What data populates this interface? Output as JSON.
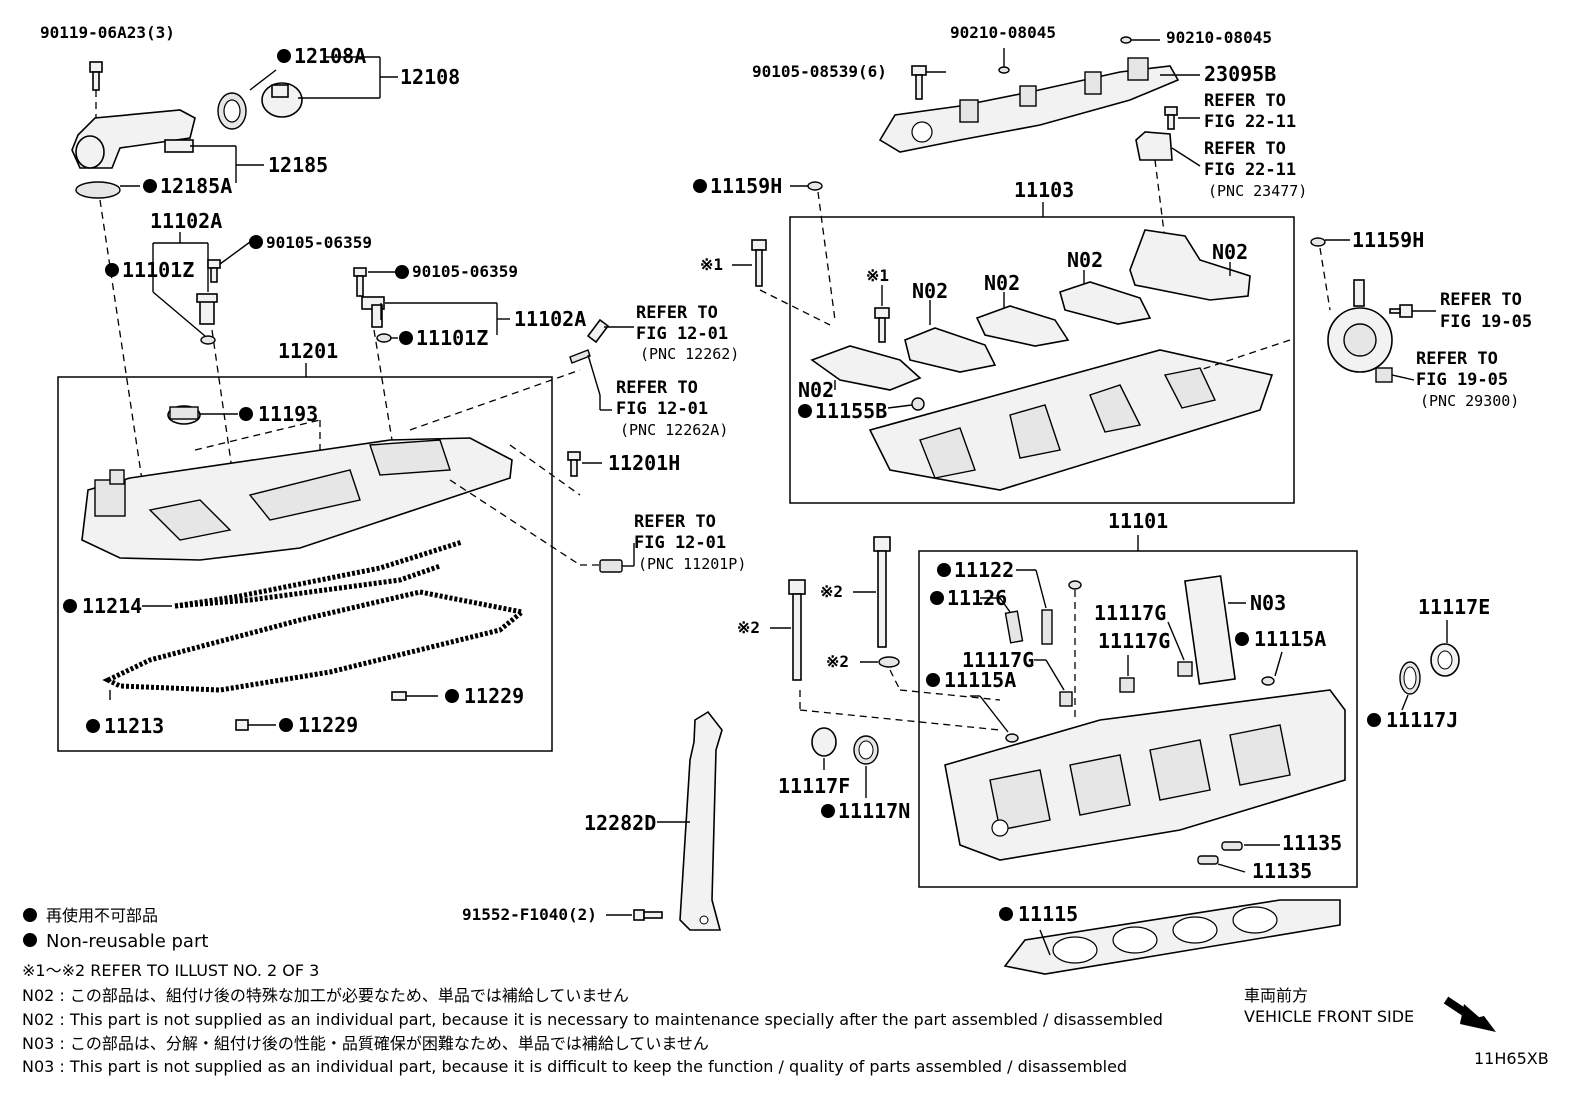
{
  "labels": {
    "l_90119": "90119-06A23(3)",
    "l_12108a": "12108A",
    "l_12108": "12108",
    "l_12185": "12185",
    "l_12185a": "12185A",
    "l_11102a_top": "11102A",
    "l_90105_a": "90105-06359",
    "l_11101z_a": "11101Z",
    "l_90105_b": "90105-06359",
    "l_11102a_b": "11102A",
    "l_11101z_b": "11101Z",
    "l_11201": "11201",
    "l_11193": "11193",
    "l_11201h": "11201H",
    "l_11214": "11214",
    "l_11213": "11213",
    "l_11229_a": "11229",
    "l_11229_b": "11229",
    "l_90210_a": "90210-08045",
    "l_90210_b": "90210-08045",
    "l_90105_8539": "90105-08539(6)",
    "l_23095b": "23095B",
    "l_11159h_a": "11159H",
    "l_11103": "11103",
    "l_11159h_b": "11159H",
    "l_n02_1": "N02",
    "l_n02_2": "N02",
    "l_n02_3": "N02",
    "l_n02_4": "N02",
    "l_n02_5": "N02",
    "l_11155b": "11155B",
    "l_mark1_a": "※1",
    "l_mark1_b": "※1",
    "l_11101": "11101",
    "l_11122": "11122",
    "l_11126": "11126",
    "l_11117g_a": "11117G",
    "l_11117g_b": "11117G",
    "l_11117g_c": "11117G",
    "l_n03": "N03",
    "l_11115a_a": "11115A",
    "l_11115a_b": "11115A",
    "l_11117e": "11117E",
    "l_11117j": "11117J",
    "l_mark2_a": "※2",
    "l_mark2_b": "※2",
    "l_mark2_c": "※2",
    "l_11117f": "11117F",
    "l_11117n": "11117N",
    "l_12282d": "12282D",
    "l_11135_a": "11135",
    "l_11135_b": "11135",
    "l_91552": "91552-F1040(2)",
    "l_11115": "11115",
    "diagram_code": "11H65XB"
  },
  "references": {
    "ref_22_11_a_1": "REFER TO",
    "ref_22_11_a_2": "FIG 22-11",
    "ref_22_11_b_1": "REFER TO",
    "ref_22_11_b_2": "FIG 22-11",
    "ref_22_11_b_3": "(PNC 23477)",
    "ref_12_01_a_1": "REFER TO",
    "ref_12_01_a_2": "FIG 12-01",
    "ref_12_01_a_3": "(PNC 12262)",
    "ref_12_01_b_1": "REFER TO",
    "ref_12_01_b_2": "FIG 12-01",
    "ref_12_01_b_3": "(PNC 12262A)",
    "ref_12_01_c_1": "REFER TO",
    "ref_12_01_c_2": "FIG 12-01",
    "ref_12_01_c_3": "(PNC 11201P)",
    "ref_19_05_a_1": "REFER TO",
    "ref_19_05_a_2": "FIG 19-05",
    "ref_19_05_b_1": "REFER TO",
    "ref_19_05_b_2": "FIG 19-05",
    "ref_19_05_b_3": "(PNC 29300)"
  },
  "legend": {
    "nonreusable_jp": "再使用不可部品",
    "nonreusable_en": "Non-reusable part",
    "refer_illust": "※1～※2  REFER TO ILLUST NO. 2 OF 3",
    "n02_jp": "N02 : この部品は、組付け後の特殊な加工が必要なため、単品では補給していません",
    "n02_en": "N02 : This part is not supplied as an individual part, because it is necessary to maintenance specially after the part assembled / disassembled",
    "n03_jp": "N03 : この部品は、分解・組付け後の性能・品質確保が困難なため、単品では補給していません",
    "n03_en": "N03 : This part is not supplied as an individual part, because it is difficult to keep the function / quality of parts  assembled / disassembled",
    "front_jp": "車両前方",
    "front_en": "VEHICLE FRONT SIDE"
  }
}
